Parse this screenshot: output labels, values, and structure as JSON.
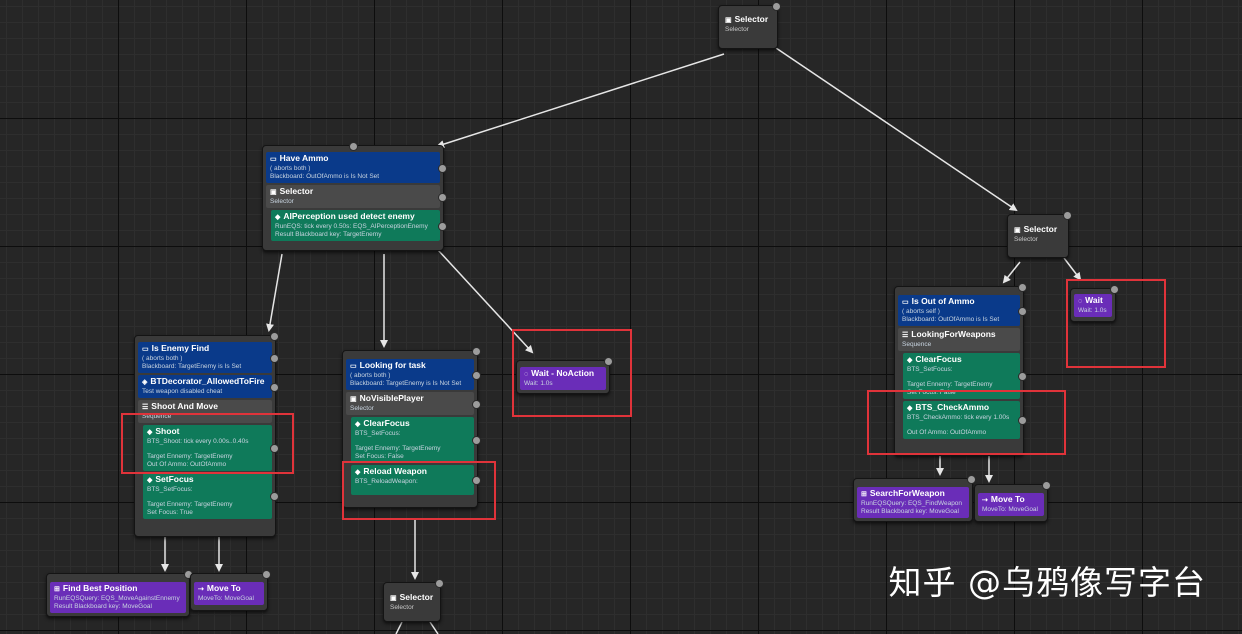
{
  "graph": {
    "root": {
      "title": "Selector",
      "type": "Selector"
    },
    "left": {
      "decorator": {
        "title": "Have Ammo",
        "aborts": "( aborts both )",
        "condition": "Blackboard: OutOfAmmo is Is Not Set"
      },
      "composite": {
        "title": "Selector",
        "type": "Selector"
      },
      "service": {
        "title": "AIPerception used detect enemy",
        "line1": "RunEQS: tick every 0.50s: EQS_AIPerceptionEnemy",
        "line2": "Result Blackboard key: TargetEnemy"
      }
    },
    "enemy_branch": {
      "decorator1": {
        "title": "Is Enemy Find",
        "aborts": "( aborts both )",
        "condition": "Blackboard: TargetEnemy is Is Set"
      },
      "decorator2": {
        "title": "BTDecorator_AllowedToFire",
        "condition": "Test weapon disabled cheat"
      },
      "composite": {
        "title": "Shoot And Move",
        "type": "Sequence"
      },
      "service1": {
        "title": "Shoot",
        "line1": "BTS_Shoot: tick every 0.00s..0.40s",
        "line2": "Target Ennemy: TargetEnemy",
        "line3": "Out Of Ammo: OutOfAmmo"
      },
      "service2": {
        "title": "SetFocus",
        "line1": "BTS_SetFocus:",
        "line2": "Target Ennemy: TargetEnemy",
        "line3": "Set Focus: True"
      },
      "task1": {
        "title": "Find Best Position",
        "line1": "RunEQSQuery: EQS_MoveAgainstEnnemy",
        "line2": "Result Blackboard key: MoveGoal"
      },
      "task2": {
        "title": "Move To",
        "line1": "MoveTo: MoveGoal"
      }
    },
    "task_branch": {
      "decorator": {
        "title": "Looking for task",
        "aborts": "( aborts both )",
        "condition": "Blackboard: TargetEnemy is Is Not Set"
      },
      "composite": {
        "title": "NoVisiblePlayer",
        "type": "Selector"
      },
      "service1": {
        "title": "ClearFocus",
        "line1": "BTS_SetFocus:",
        "line2": "Target Ennemy: TargetEnemy",
        "line3": "Set Focus: False"
      },
      "service2": {
        "title": "Reload Weapon",
        "line1": "BTS_ReloadWeapon:"
      },
      "child": {
        "title": "Selector",
        "type": "Selector"
      }
    },
    "wait_noaction": {
      "title": "Wait - NoAction",
      "line1": "Wait: 1.0s"
    },
    "right": {
      "composite": {
        "title": "Selector",
        "type": "Selector"
      },
      "decorator": {
        "title": "Is Out of Ammo",
        "aborts": "( aborts self )",
        "condition": "Blackboard: OutOfAmmo is Is Set"
      },
      "sequence": {
        "title": "LookingForWeapons",
        "type": "Sequence"
      },
      "service1": {
        "title": "ClearFocus",
        "line1": "BTS_SetFocus:",
        "line2": "Target Ennemy: TargetEnemy",
        "line3": "Set Focus: False"
      },
      "service2": {
        "title": "BTS_CheckAmmo",
        "line1": "BTS_CheckAmmo: tick every 1.00s",
        "line2": "Out Of Ammo: OutOfAmmo"
      },
      "task1": {
        "title": "SearchForWeapon",
        "line1": "RunEQSQuery: EQS_FindWeapon",
        "line2": "Result Blackboard key: MoveGoal"
      },
      "task2": {
        "title": "Move To",
        "line1": "MoveTo: MoveGoal"
      },
      "wait": {
        "title": "Wait",
        "line1": "Wait: 1.0s"
      }
    }
  },
  "watermark": "知乎 @乌鸦像写字台",
  "colors": {
    "decorator": "#0a3a8a",
    "service": "#0f7a5a",
    "task": "#6a2db8",
    "highlight": "#e0333a"
  }
}
